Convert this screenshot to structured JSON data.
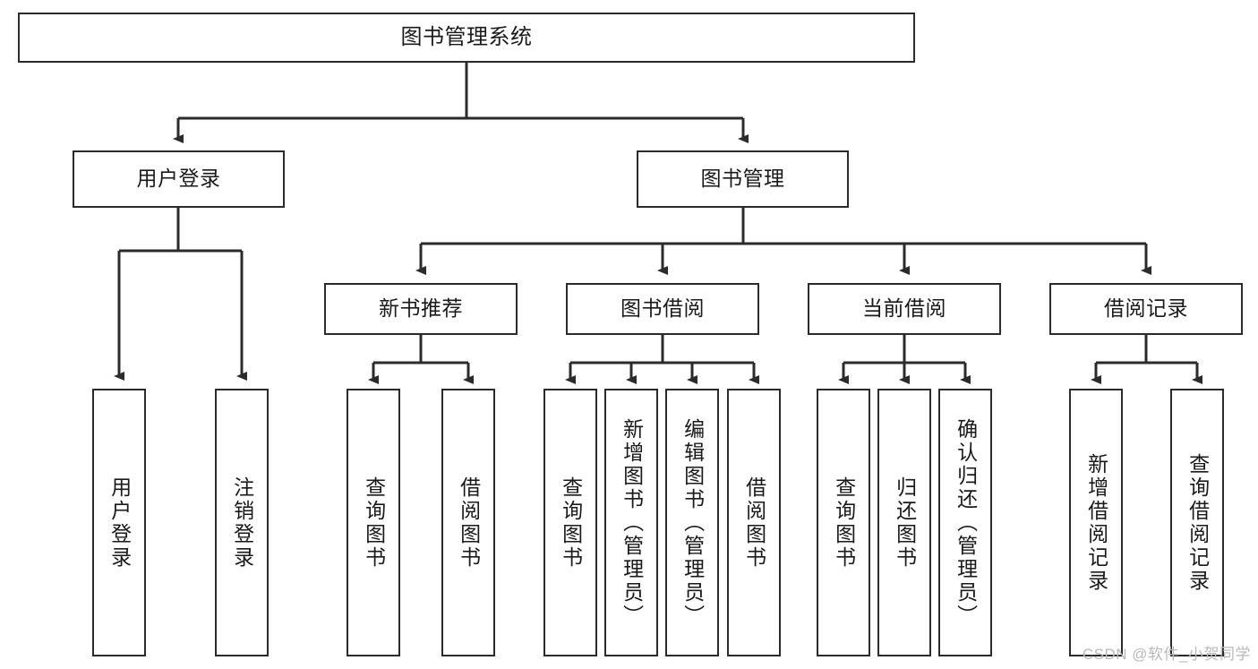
{
  "diagram": {
    "title": "图书管理系统",
    "watermark": "CSDN @软件_小贺同学",
    "colors": {
      "stroke": "#2b2b2b",
      "fill": "#ffffff",
      "text": "#1a1a1a",
      "watermark": "#b9b9b9"
    },
    "nodes": {
      "root": {
        "label": "图书管理系统"
      },
      "level2": [
        {
          "label": "用户登录"
        },
        {
          "label": "图书管理"
        }
      ],
      "level3": [
        {
          "label": "新书推荐"
        },
        {
          "label": "图书借阅"
        },
        {
          "label": "当前借阅"
        },
        {
          "label": "借阅记录"
        }
      ],
      "leaves_user_login": [
        {
          "label": "用户登录"
        },
        {
          "label": "注销登录"
        }
      ],
      "leaves_new_book": [
        {
          "label": "查询图书"
        },
        {
          "label": "借阅图书"
        }
      ],
      "leaves_borrow": [
        {
          "label": "查询图书"
        },
        {
          "label": "新增图书（管理员）"
        },
        {
          "label": "编辑图书（管理员）"
        },
        {
          "label": "借阅图书"
        }
      ],
      "leaves_current": [
        {
          "label": "查询图书"
        },
        {
          "label": "归还图书"
        },
        {
          "label": "确认归还（管理员）"
        }
      ],
      "leaves_records": [
        {
          "label": "新增借阅记录"
        },
        {
          "label": "查询借阅记录"
        }
      ]
    }
  }
}
